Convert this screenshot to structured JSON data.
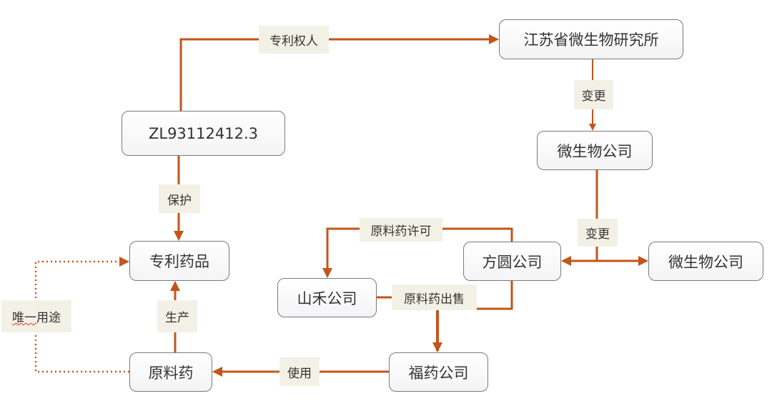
{
  "colors": {
    "edge": "#c2561a",
    "label_bg": "#f3f1e6",
    "node_border": "#7a7a7a"
  },
  "nodes": {
    "patent": "ZL93112412.3",
    "jiangsu": "江苏省微生物研究所",
    "microbe1": "微生物公司",
    "patent_drug": "专利药品",
    "fangyuan": "方圆公司",
    "microbe2": "微生物公司",
    "shanhe": "山禾公司",
    "raw_drug": "原料药",
    "fuyao": "福药公司"
  },
  "labels": {
    "patentee": "专利权人",
    "change1": "变更",
    "protect": "保护",
    "change2": "变更",
    "raw_license": "原料药许可",
    "raw_sale": "原料药出售",
    "only_use_a": "唯一",
    "only_use_b": "用途",
    "produce": "生产",
    "use": "使用"
  }
}
